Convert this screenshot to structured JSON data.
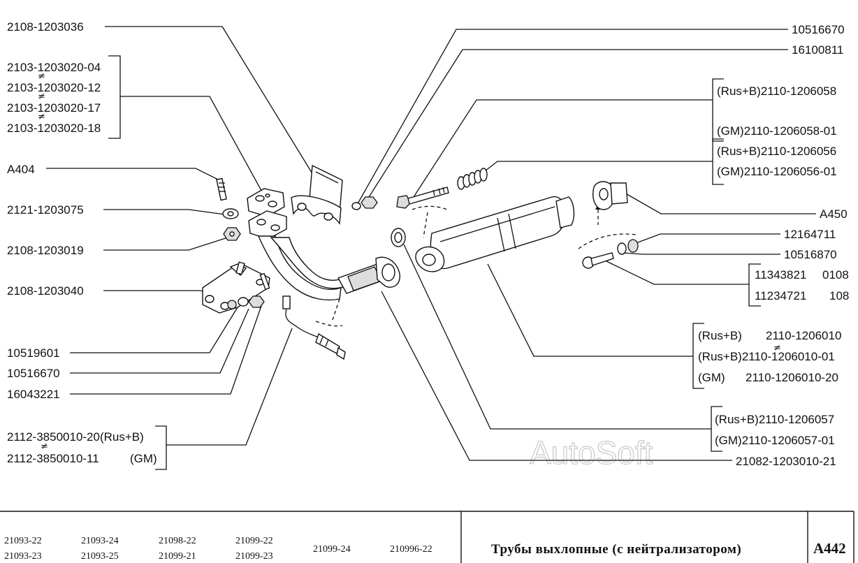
{
  "labels": {
    "p_2108_1203036": "2108-1203036",
    "p_2103_04": "2103-1203020-04",
    "p_2103_12": "2103-1203020-12",
    "p_2103_17": "2103-1203020-17",
    "p_2103_18": "2103-1203020-18",
    "p_a404": "A404",
    "p_2121_1203075": "2121-1203075",
    "p_2108_1203019": "2108-1203019",
    "p_2108_1203040": "2108-1203040",
    "p_10519601": "10519601",
    "p_10516670_left": "10516670",
    "p_16043221": "16043221",
    "p_2112_20": "2112-3850010-20(Rus+B)",
    "p_2112_11": "2112-3850010-11",
    "p_2112_11_gm": "(GM)",
    "p_10516670_right": "10516670",
    "p_16100811": "16100811",
    "p_1206058_rus": "(Rus+B)2110-1206058",
    "p_1206058_gm": "(GM)2110-1206058-01",
    "p_1206056_rus": "(Rus+B)2110-1206056",
    "p_1206056_gm": "(GM)2110-1206056-01",
    "p_a450": "A450",
    "p_12164711": "12164711",
    "p_10516870": "10516870",
    "p_11343821": "11343821",
    "p_11343821_qty": "0108",
    "p_11234721": "11234721",
    "p_11234721_qty": "108",
    "p_1206010_rus_tag": "(Rus+B)",
    "p_1206010_rus": "2110-1206010",
    "p_1206010_01": "(Rus+B)2110-1206010-01",
    "p_1206010_gm_tag": "(GM)",
    "p_1206010_20": "2110-1206010-20",
    "p_1206057_rus": "(Rus+B)2110-1206057",
    "p_1206057_gm": "(GM)2110-1206057-01",
    "p_21082": "21082-1203010-21",
    "neq_symbol": "≠"
  },
  "watermark": "AutoSoft",
  "title_block": {
    "models": [
      "21093-22",
      "21093-23",
      "21093-24",
      "21093-25",
      "21098-22",
      "21099-21",
      "21099-22",
      "21099-23",
      "21099-24",
      "210996-22"
    ],
    "title": "Трубы выхлопные (с нейтрализатором)",
    "sheet_code": "A442"
  }
}
